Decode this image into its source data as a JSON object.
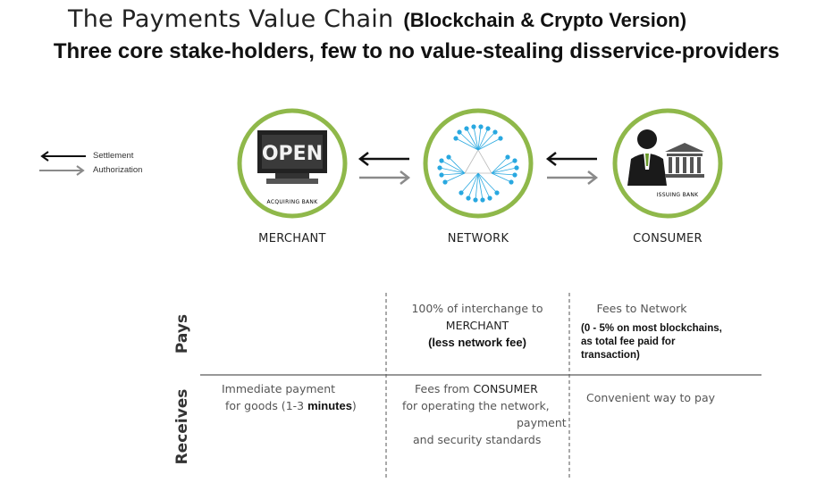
{
  "title": {
    "main": "The Payments Value Chain",
    "sub": "(Blockchain & Crypto Version)"
  },
  "subtitle": "Three core stake-holders, few to no value-stealing disservice-providers",
  "legend": {
    "settlement": "Settlement",
    "authorization": "Authorization"
  },
  "entities": {
    "merchant": {
      "label": "MERCHANT",
      "sign": "OPEN",
      "caption": "ACQUIRING BANK"
    },
    "network": {
      "label": "NETWORK"
    },
    "consumer": {
      "label": "CONSUMER",
      "caption": "ISSUING BANK"
    }
  },
  "table": {
    "row_pays": "Pays",
    "row_receives": "Receives",
    "pays_network_line1": "100% of interchange to",
    "pays_network_line2": "MERCHANT",
    "pays_network_line3": "(less network fee)",
    "pays_consumer_line1": "Fees to Network",
    "pays_consumer_line2": "(0 - 5% on most blockchains,",
    "pays_consumer_line3": "as total fee paid for",
    "pays_consumer_line4": "transaction)",
    "receives_merchant_line1": "Immediate payment",
    "receives_merchant_line2a": "for goods (1-3 ",
    "receives_merchant_line2b": "minutes",
    "receives_merchant_line2c": ")",
    "receives_network_line1a": "Fees from ",
    "receives_network_line1b": "CONSUMER",
    "receives_network_line2": "for  operating the network,",
    "receives_network_line3": "payment",
    "receives_network_line4": "and security standards",
    "receives_consumer_line1": "Convenient way to pay"
  },
  "colors": {
    "circle_green": "#8fb84a",
    "network_blue": "#29a8e0",
    "arrow_gray": "#8a8a8a"
  }
}
